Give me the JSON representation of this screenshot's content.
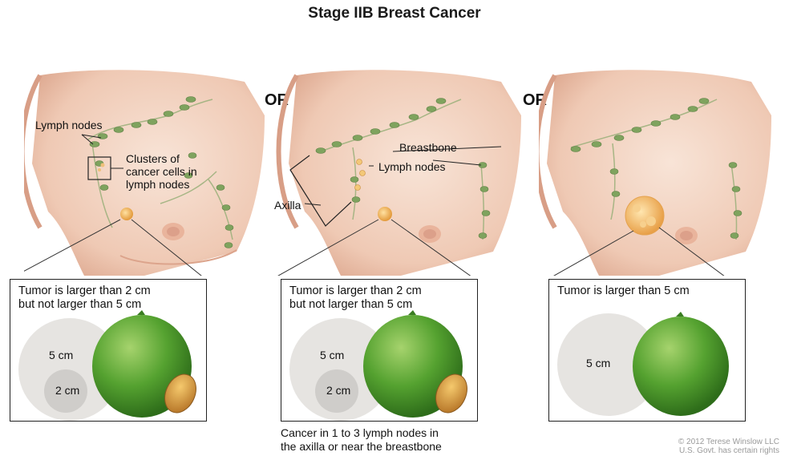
{
  "title": "Stage IIB Breast Cancer",
  "or_label": "OR",
  "panels": [
    {
      "labels": {
        "lymph_nodes": "Lymph nodes",
        "clusters_line1": "Clusters of",
        "clusters_line2": "cancer cells in",
        "clusters_line3": "lymph nodes"
      },
      "box": {
        "line1": "Tumor is larger than 2 cm",
        "line2": "but not larger than 5 cm",
        "circle5_label": "5 cm",
        "circle2_label": "2 cm"
      }
    },
    {
      "labels": {
        "breastbone": "Breastbone",
        "lymph_nodes": "Lymph nodes",
        "axilla": "Axilla"
      },
      "box": {
        "line1": "Tumor is larger than 2 cm",
        "line2": "but not larger than 5 cm",
        "circle5_label": "5 cm",
        "circle2_label": "2 cm"
      }
    },
    {
      "box": {
        "line1": "Tumor is larger than 5 cm",
        "circle5_label": "5 cm"
      }
    }
  ],
  "footer": {
    "line1": "Cancer in 1 to 3 lymph nodes in",
    "line2": "the axilla or near the breastbone"
  },
  "copyright": {
    "line1": "© 2012 Terese Winslow LLC",
    "line2": "U.S. Govt. has certain rights"
  },
  "colors": {
    "skin": "#f3d6c4",
    "skin_shadow": "#e3b29b",
    "node_green": "#7fa35e",
    "lime": "#5aa334",
    "tumor": "#f2b760"
  }
}
